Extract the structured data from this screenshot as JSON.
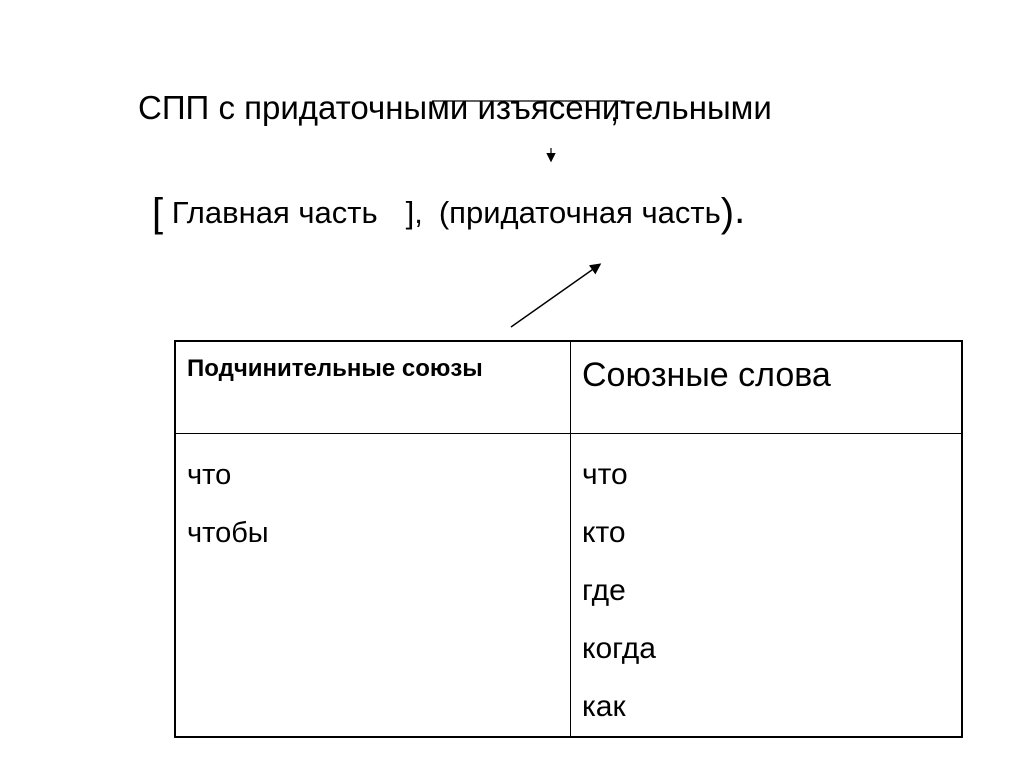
{
  "title": {
    "text": "СПП с придаточными изъясенительными",
    "comma": ","
  },
  "scheme": {
    "open_bracket": "[",
    "main_part": "Главная часть",
    "close_bracket": "],",
    "sub_part_open": "(придаточная часть",
    "sub_part_close": ")",
    "end_dot": "."
  },
  "table": {
    "headers": [
      "Подчинительные союзы",
      "Союзные слова"
    ],
    "conjunctions": [
      "что",
      "чтобы"
    ],
    "allied_words": [
      "что",
      "кто",
      "где",
      "когда",
      "как"
    ]
  }
}
